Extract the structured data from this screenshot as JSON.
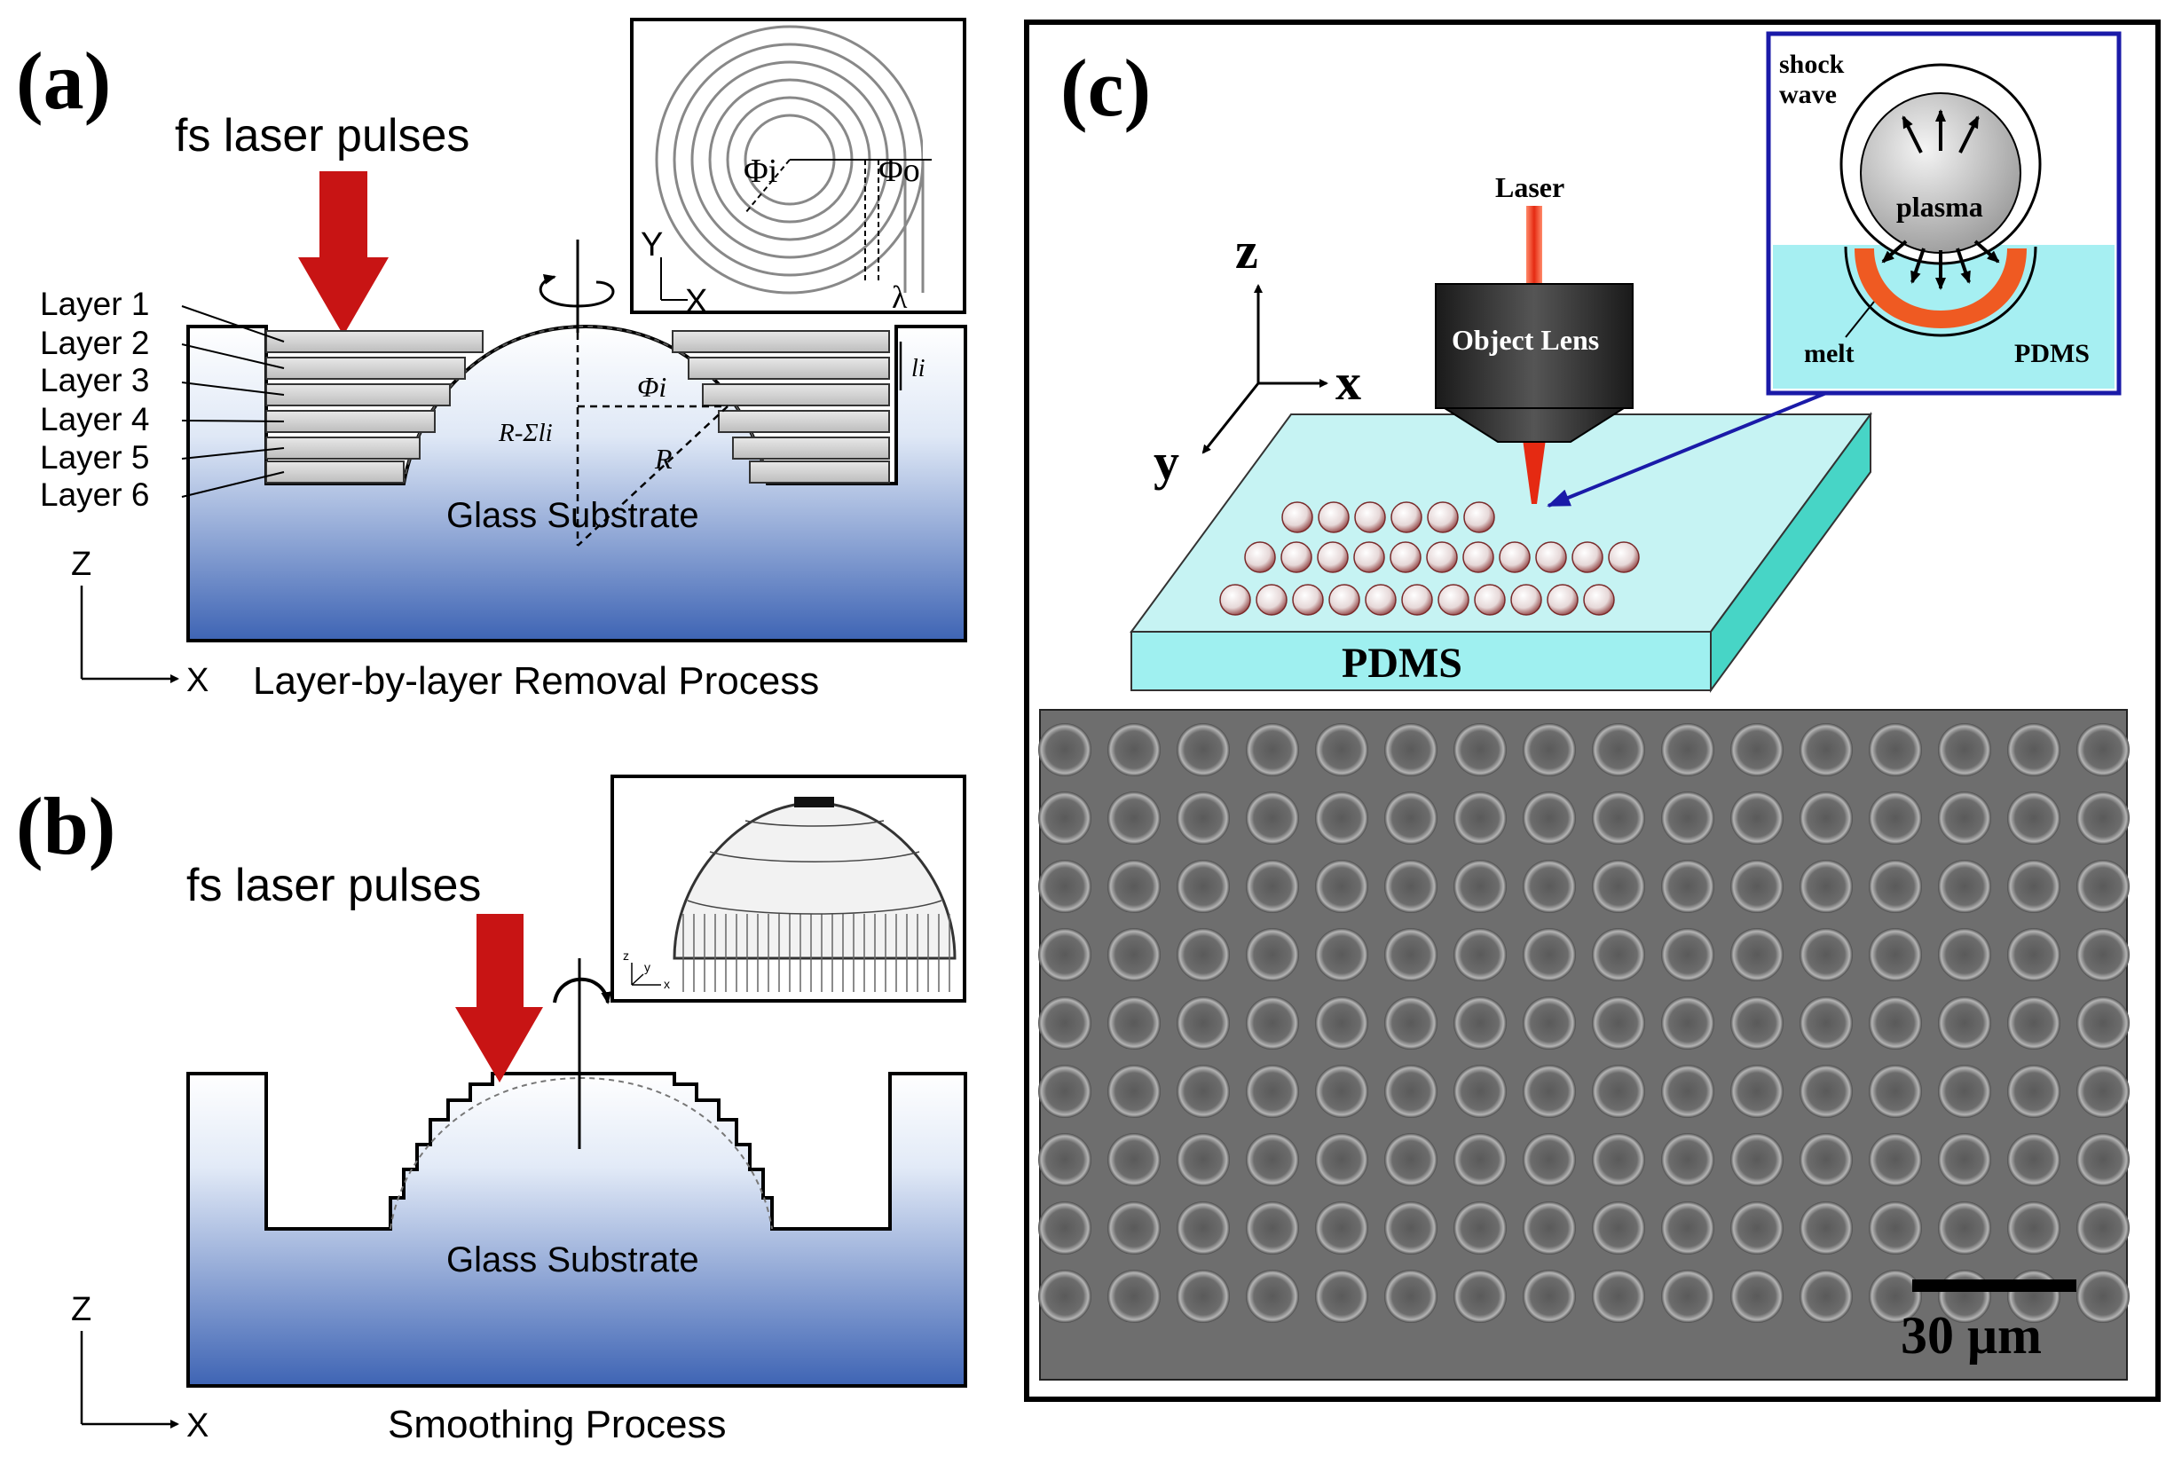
{
  "panel_a": {
    "label": "(a)",
    "laser_label": "fs laser pulses",
    "layers": [
      "Layer 1",
      "Layer 2",
      "Layer 3",
      "Layer 4",
      "Layer 5",
      "Layer 6"
    ],
    "substrate_label": "Glass Substrate",
    "caption": "Layer-by-layer Removal Process",
    "axis_z": "Z",
    "axis_x": "X",
    "phi_i": "Φi",
    "R": "R",
    "R_minus": "R-Σli",
    "li": "li",
    "inset": {
      "phi_i": "Φi",
      "phi_o": "Φo",
      "lambda": "λ",
      "axis_y": "Y",
      "axis_x": "X"
    }
  },
  "panel_b": {
    "label": "(b)",
    "laser_label": "fs laser pulses",
    "substrate_label": "Glass Substrate",
    "caption": "Smoothing Process",
    "axis_z": "Z",
    "axis_x": "X",
    "inset": {
      "axis_z": "z",
      "axis_y": "y",
      "axis_x": "x"
    }
  },
  "panel_c": {
    "label": "(c)",
    "laser_label": "Laser",
    "lens_label": "Object Lens",
    "substrate_label": "PDMS",
    "axis_z": "z",
    "axis_x": "x",
    "axis_y": "y",
    "inset": {
      "shock_wave": "shock\nwave",
      "shock": "shock",
      "wave": "wave",
      "plasma": "plasma",
      "melt": "melt",
      "pdms": "PDMS"
    },
    "scale_bar": "30 μm"
  },
  "colors": {
    "arrow_red": "#c81414",
    "substrate_top": "#ffffff",
    "substrate_bottom": "#3e64b4",
    "pdms": "#9ff0f0",
    "inset_border": "#1a1aa8",
    "melt": "#ef5a22"
  }
}
